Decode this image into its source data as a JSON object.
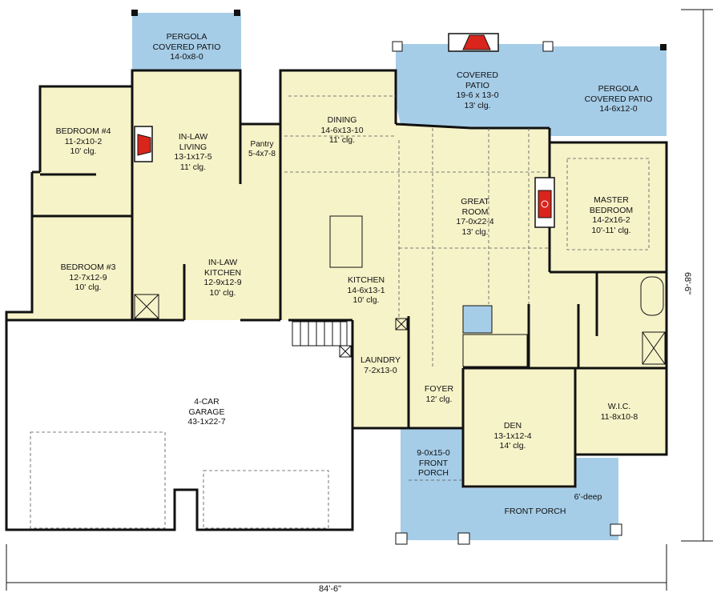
{
  "colors": {
    "interior": "#f7f3c9",
    "outdoor": "#a6cde8",
    "fireplace": "#d9251c",
    "garage": "#ffffff",
    "wall": "#111111"
  },
  "rooms": {
    "pergola_left": {
      "name": "PERGOLA",
      "name2": "COVERED PATIO",
      "size": "14-0x8-0"
    },
    "covered_patio": {
      "name": "COVERED",
      "name2": "PATIO",
      "size": "19-6 x 13-0",
      "clg": "13' clg."
    },
    "pergola_right": {
      "name": "PERGOLA",
      "name2": "COVERED PATIO",
      "size": "14-6x12-0"
    },
    "bedroom4": {
      "name": "BEDROOM #4",
      "size": "11-2x10-2",
      "clg": "10' clg."
    },
    "inlaw_living": {
      "name": "IN-LAW",
      "name2": "LIVING",
      "size": "13-1x17-5",
      "clg": "11' clg."
    },
    "pantry": {
      "name": "Pantry",
      "size": "5-4x7-8"
    },
    "dining": {
      "name": "DINING",
      "size": "14-6x13-10",
      "clg": "11' clg."
    },
    "great_room": {
      "name": "GREAT",
      "name2": "ROOM",
      "size": "17-0x22-4",
      "clg": "13' clg."
    },
    "master": {
      "name": "MASTER",
      "name2": "BEDROOM",
      "size": "14-2x16-2",
      "clg": "10'-11' clg."
    },
    "bedroom3": {
      "name": "BEDROOM #3",
      "size": "12-7x12-9",
      "clg": "10' clg."
    },
    "inlaw_kitchen": {
      "name": "IN-LAW",
      "name2": "KITCHEN",
      "size": "12-9x12-9",
      "clg": "10' clg."
    },
    "kitchen": {
      "name": "KITCHEN",
      "size": "14-6x13-1",
      "clg": "10' clg."
    },
    "laundry": {
      "name": "LAUNDRY",
      "size": "7-2x13-0"
    },
    "foyer": {
      "name": "FOYER",
      "clg": "12' clg."
    },
    "wic": {
      "name": "W.I.C.",
      "size": "11-8x10-8"
    },
    "garage": {
      "name": "4-CAR",
      "name2": "GARAGE",
      "size": "43-1x22-7"
    },
    "den": {
      "name": "DEN",
      "size": "13-1x12-4",
      "clg": "14' clg."
    },
    "front_porch_small": {
      "size": "9-0x15-0",
      "name": "FRONT",
      "name2": "PORCH"
    },
    "front_porch": {
      "name": "FRONT PORCH",
      "depth": "6'-deep"
    }
  },
  "dimensions": {
    "width": "84'-6\"",
    "depth": "68'-6\""
  }
}
